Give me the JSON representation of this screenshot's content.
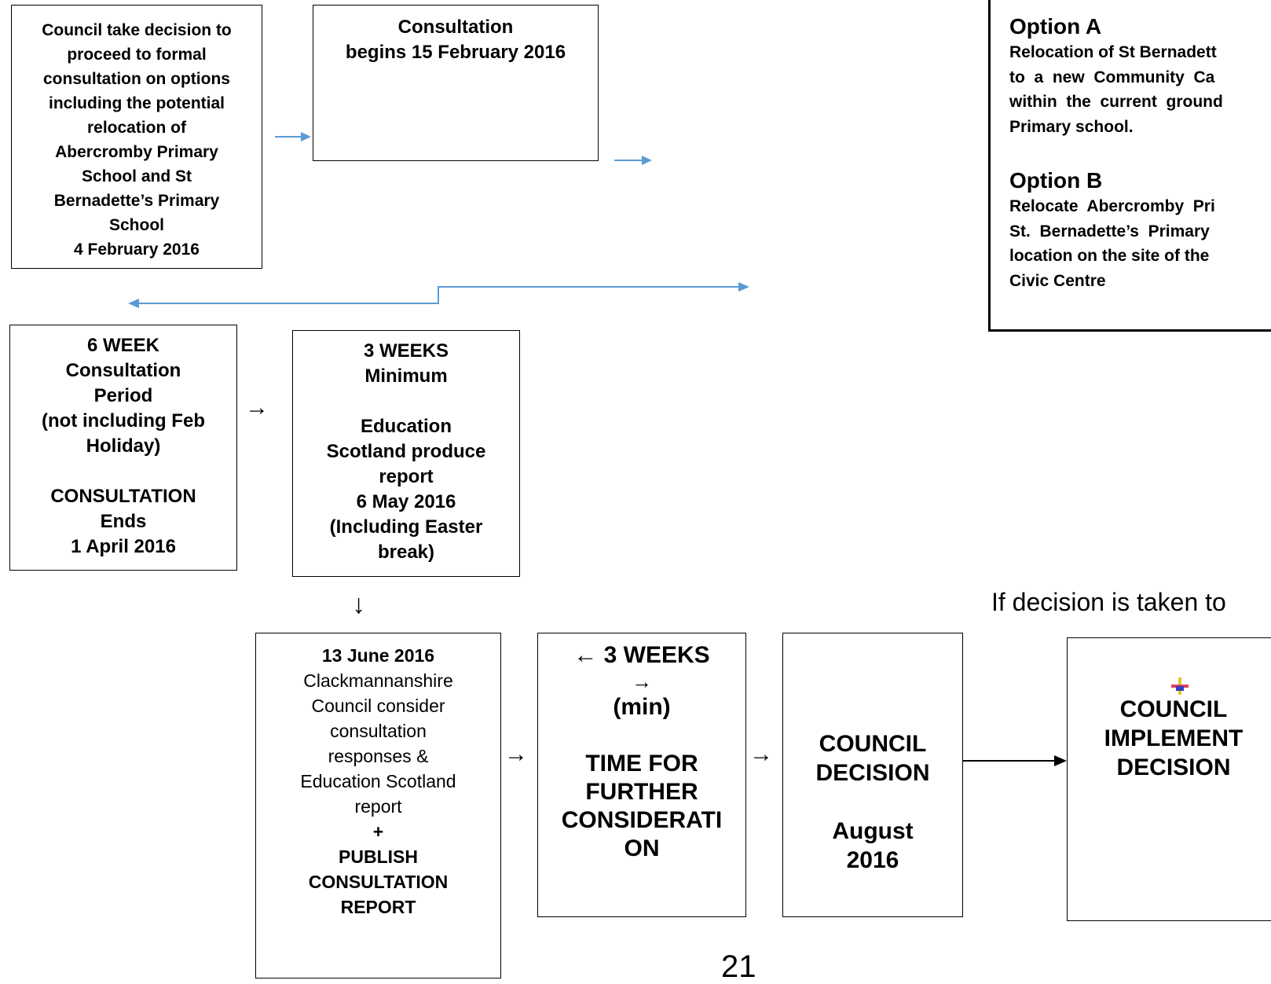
{
  "box1": {
    "lines": [
      "Council take decision to",
      "proceed to formal",
      "consultation on options",
      "including the potential",
      "relocation of",
      "Abercromby Primary",
      "School and St",
      "Bernadette’s Primary",
      "School",
      "4 February 2016"
    ]
  },
  "box2": {
    "lines": [
      "Consultation",
      "begins 15 February 2016"
    ]
  },
  "options": {
    "a_title": "Option A",
    "a_lines": [
      "Relocation of St Bernadett",
      "to  a  new  Community  Ca",
      "within  the  current  ground",
      "Primary school."
    ],
    "b_title": "Option B",
    "b_lines": [
      "Relocate  Abercromby  Pri",
      "St.  Bernadette’s  Primary ",
      "location on the site of the",
      "Civic Centre"
    ]
  },
  "box3": {
    "lines": [
      "6 WEEK",
      "Consultation",
      "Period",
      "(not including Feb",
      "Holiday)",
      "",
      "CONSULTATION",
      "Ends",
      "1 April 2016"
    ]
  },
  "box4": {
    "lines": [
      "3 WEEKS",
      "Minimum",
      "",
      "Education",
      "Scotland produce",
      "report",
      "6 May 2016",
      "(Including Easter",
      "break)"
    ]
  },
  "box5": {
    "date": "13 June 2016",
    "lines": [
      "Clackmannanshire",
      "Council consider",
      "consultation",
      "responses &",
      "Education Scotland",
      "report"
    ],
    "plus": "+",
    "bold_lines": [
      "PUBLISH",
      "CONSULTATION",
      "REPORT"
    ]
  },
  "box6": {
    "line1": "← 3 WEEKS",
    "line2": "→",
    "line3": "(min)",
    "lines": [
      "TIME FOR",
      "FURTHER",
      "CONSIDERATI",
      "ON"
    ]
  },
  "box7": {
    "lines": [
      "COUNCIL",
      "DECISION",
      "",
      "August",
      "2016"
    ]
  },
  "box8": {
    "lines": [
      "COUNCIL",
      "IMPLEMENT",
      "DECISION"
    ]
  },
  "decision_note": "If decision is taken to",
  "page_number": "21",
  "arrows": {
    "right": "→",
    "down": "↓"
  },
  "colors": {
    "connector_blue": "#5b9bd5",
    "black": "#000000"
  }
}
